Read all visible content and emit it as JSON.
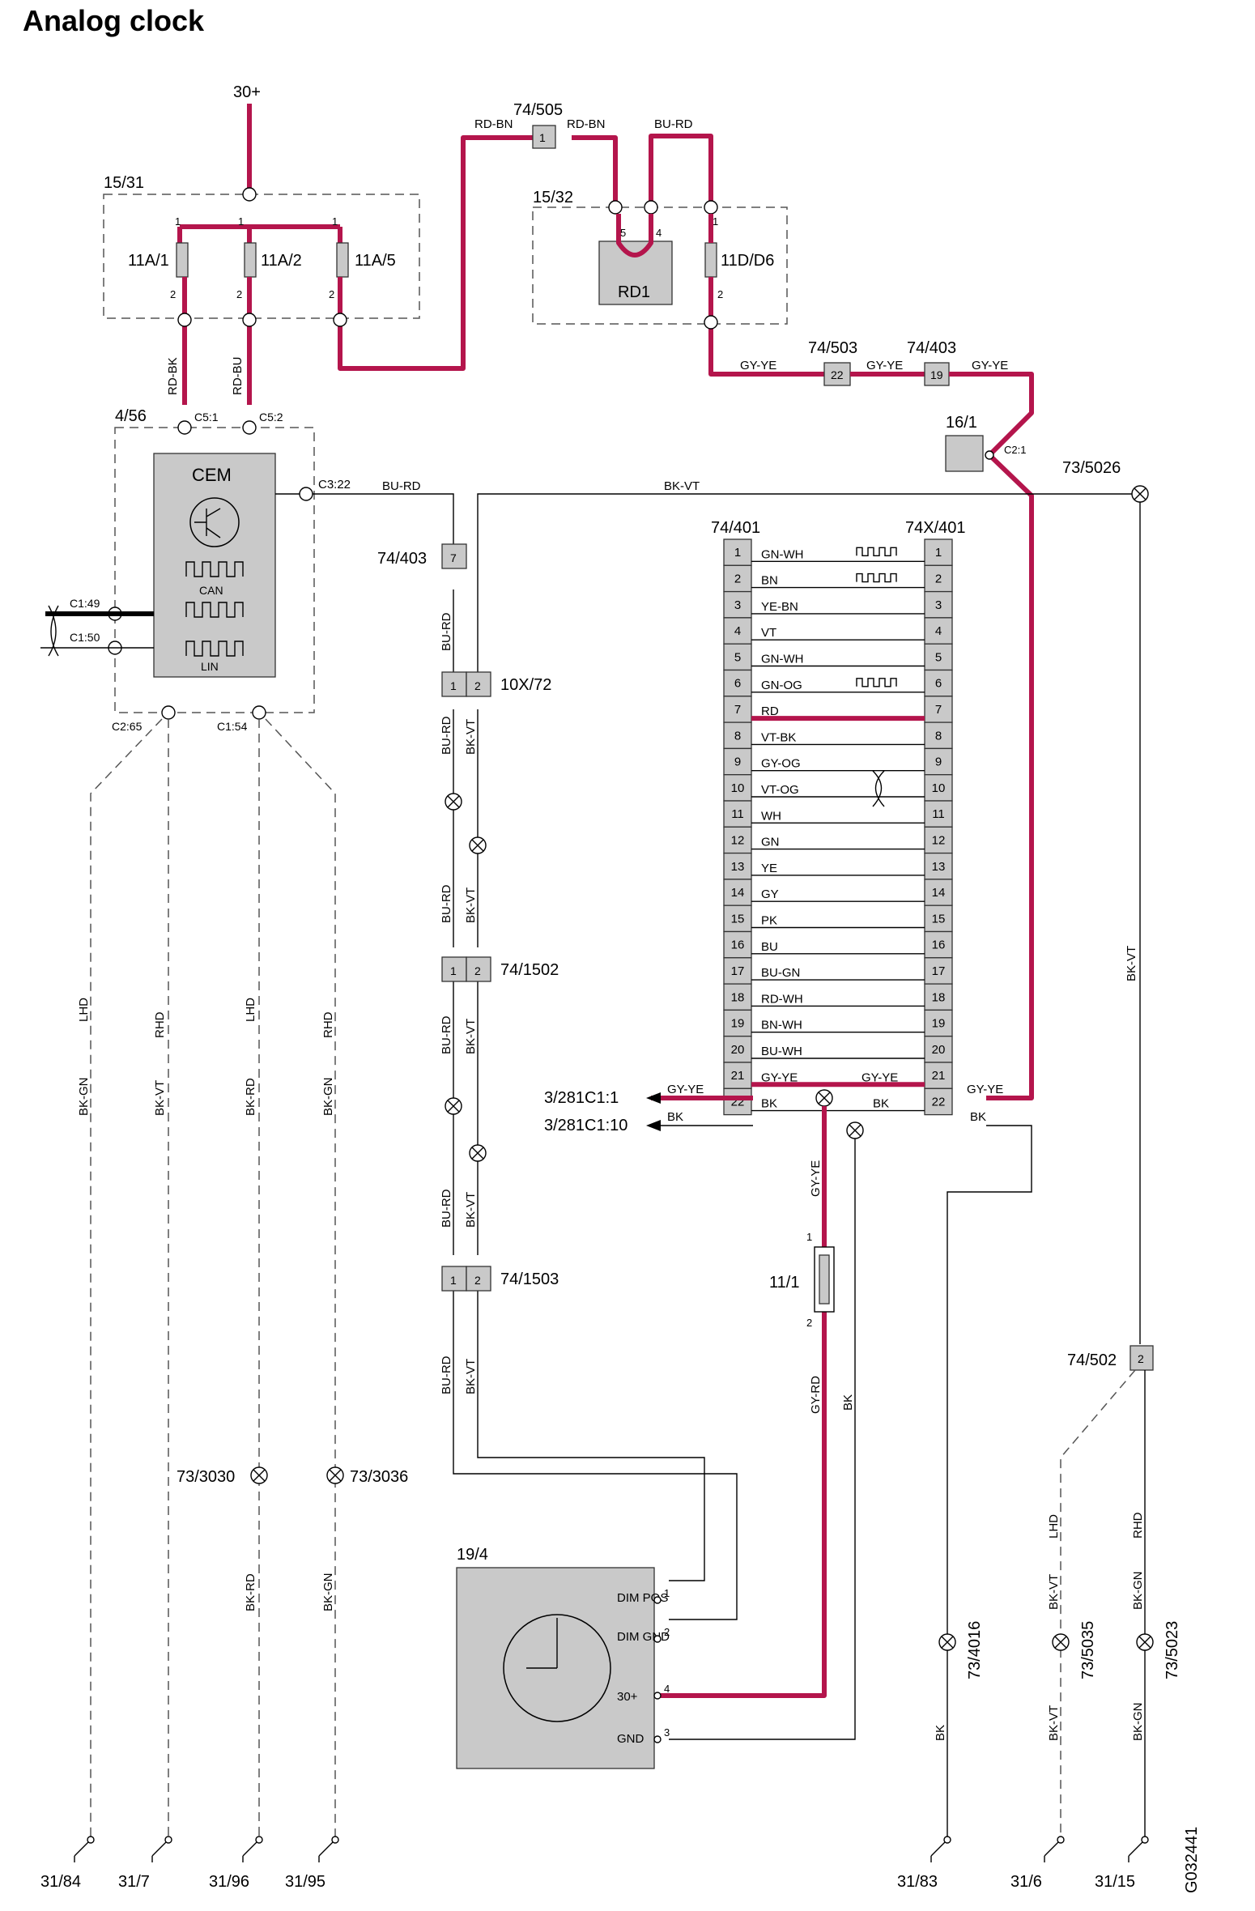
{
  "title": "Analog clock",
  "drawing_id": "G032441",
  "supply": "30+",
  "fuse_boxes": [
    {
      "id": "15/31",
      "fuses": [
        "11A/1",
        "11A/2",
        "11A/5"
      ]
    },
    {
      "id": "15/32",
      "relay": "RD1",
      "fuse": "11D/D6"
    }
  ],
  "cem": {
    "id": "4/56",
    "name": "CEM",
    "can": "CAN",
    "lin": "LIN"
  },
  "clock": {
    "id": "19/4",
    "pins": [
      {
        "num": "1",
        "label": "DIM POS"
      },
      {
        "num": "2",
        "label": "DIM GND"
      },
      {
        "num": "4",
        "label": "30+"
      },
      {
        "num": "3",
        "label": "GND"
      }
    ]
  },
  "connector_block": {
    "left": "74/401",
    "right": "74X/401",
    "pins": [
      "1",
      "2",
      "3",
      "4",
      "5",
      "6",
      "7",
      "8",
      "9",
      "10",
      "11",
      "12",
      "13",
      "14",
      "15",
      "16",
      "17",
      "18",
      "19",
      "20",
      "21",
      "22"
    ],
    "wires": [
      "GN-WH",
      "BN",
      "YE-BN",
      "VT",
      "GN-WH",
      "GN-OG",
      "RD",
      "VT-BK",
      "GY-OG",
      "VT-OG",
      "WH",
      "GN",
      "YE",
      "GY",
      "PK",
      "BU",
      "BU-GN",
      "RD-WH",
      "BN-WH",
      "BU-WH",
      "GY-YE",
      "BK"
    ]
  },
  "labels": {
    "c_74_505": "74/505",
    "c_74_503": "74/503",
    "c_74_403a": "74/403",
    "c_16_1": "16/1",
    "c_73_5026": "73/5026",
    "c_74_403b": "74/403",
    "c_10x_72": "10X/72",
    "c_74_1502": "74/1502",
    "c_74_1503": "74/1503",
    "c_11_1": "11/1",
    "c_74_502": "74/502",
    "out1": "3/281C1:1",
    "out2": "3/281C1:10",
    "c5_1": "C5:1",
    "c5_2": "C5:2",
    "c3_22": "C3:22",
    "c1_49": "C1:49",
    "c1_50": "C1:50",
    "c2_65": "C2:65",
    "c1_54": "C1:54",
    "c2_1": "C2:1",
    "gs1": "73/3030",
    "gs2": "73/3036",
    "gs3": "73/4016",
    "gs4": "73/5035",
    "gs5": "73/5023"
  },
  "wires": {
    "rd_bn": "RD-BN",
    "bu_rd": "BU-RD",
    "gy_ye": "GY-YE",
    "rd_bk": "RD-BK",
    "rd_bu": "RD-BU",
    "bk_vt": "BK-VT",
    "bk": "BK",
    "bk_gn": "BK-GN",
    "bk_rd": "BK-RD",
    "gy_rd": "GY-RD",
    "lhd": "LHD",
    "rhd": "RHD"
  },
  "grounds": [
    "31/84",
    "31/7",
    "31/96",
    "31/95",
    "31/83",
    "31/6",
    "31/15"
  ],
  "colors": {
    "power": "#b4154c",
    "wire": "#000000",
    "component": "#c9c9c9"
  }
}
